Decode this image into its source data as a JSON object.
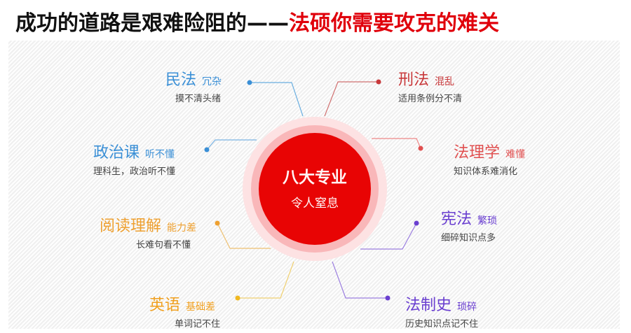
{
  "title": {
    "part1": "成功的道路是艰难险阻的——",
    "part2": "法硕你需要攻克的难关"
  },
  "center": {
    "line1": "八大专业",
    "line2": "令人窒息"
  },
  "colors": {
    "title_dark": "#111111",
    "title_red": "#e0000b",
    "center_red": "#e80404",
    "blue": "#3a8fd6",
    "red": "#c8383a",
    "salmon": "#e05050",
    "orange": "#eea030",
    "gold": "#f0b020",
    "purple": "#6a3fd0",
    "desc_gray": "#444444"
  },
  "nodes": [
    {
      "id": "minfa",
      "name": "民法",
      "tag": "冗杂",
      "desc": "摸不清头绪",
      "color": "#3a8fd6"
    },
    {
      "id": "xingfa",
      "name": "刑法",
      "tag": "混乱",
      "desc": "适用条例分不清",
      "color": "#c8383a"
    },
    {
      "id": "zhengzhi",
      "name": "政治课",
      "tag": "听不懂",
      "desc": "理科生，政治听不懂",
      "color": "#3a8fd6"
    },
    {
      "id": "falixue",
      "name": "法理学",
      "tag": "难懂",
      "desc": "知识体系难消化",
      "color": "#e05050"
    },
    {
      "id": "yuedu",
      "name": "阅读理解",
      "tag": "能力差",
      "desc": "长难句看不懂",
      "color": "#eea030"
    },
    {
      "id": "xianfa",
      "name": "宪法",
      "tag": "繁琐",
      "desc": "细碎知识点多",
      "color": "#6a3fd0"
    },
    {
      "id": "yingyu",
      "name": "英语",
      "tag": "基础差",
      "desc": "单词记不住",
      "color": "#f0a020"
    },
    {
      "id": "fazhishi",
      "name": "法制史",
      "tag": "琐碎",
      "desc": "历史知识点记不住",
      "color": "#6a3fd0"
    }
  ]
}
